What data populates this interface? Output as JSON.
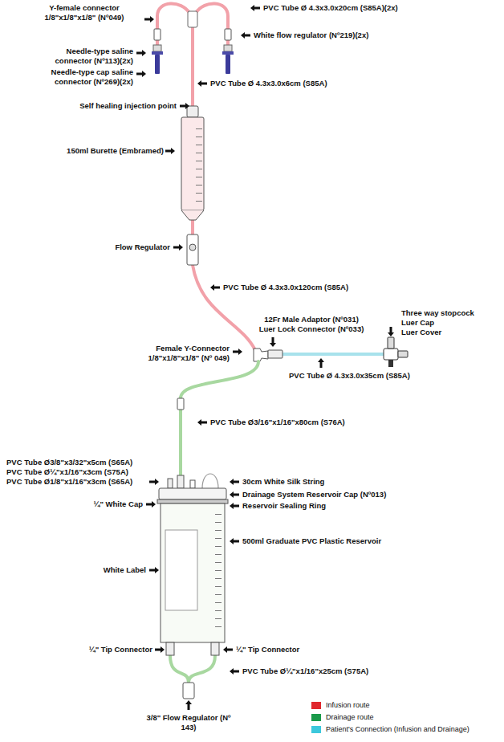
{
  "diagram": {
    "labels": [
      "Y-female connector 1/8\"x1/8\"x1/8\" (Nº049)",
      "PVC Tube Ø 4.3x3.0x20cm (S85A)(2x)",
      "White flow regulator (Nº219)(2x)",
      "Needle-type saline connector (Nº113)(2x)",
      "Needle-type cap saline connector (Nº269)(2x)",
      "PVC Tube Ø 4.3x3.0x6cm (S85A)",
      "Self healing injection point",
      "150ml Burette (Embramed)",
      "Flow Regulator",
      "PVC Tube Ø 4.3x3.0x120cm (S85A)",
      "12Fr Male Adaptor (Nº031)",
      "Luer Lock Connector (Nº033)",
      "Three way stopcock",
      "Luer Cap",
      "Luer Cover",
      "Female Y-Connector 1/8\"x1/8\"x1/8\" (Nº 049)",
      "PVC Tube Ø 4.3x3.0x35cm (S85A)",
      "PVC Tube Ø3/16\"x1/16\"x80cm (S76A)",
      "PVC Tube Ø3/8\"x3/32\"x5cm (S65A)",
      "PVC Tube Ø¼\"x1/16\"x3cm (S75A)",
      "PVC Tube Ø1/8\"x1/16\"x3cm (S65A)",
      "¼\" White Cap",
      "30cm White Silk String",
      "Drainage System Reservoir Cap (Nº013)",
      "Reservoir Sealing Ring",
      "500ml Graduate PVC Plastic Reservoir",
      "White Label",
      "¼\" Tip Connector",
      "¼\" Tip Connector",
      "PVC Tube Ø¼\"x1/16\"x25cm (S75A)",
      "3/8\" Flow Regulator (Nº 143)"
    ],
    "legend": [
      {
        "text": "Infusion route",
        "color": "#e0282e"
      },
      {
        "text": "Drainage route",
        "color": "#1a9a4a"
      },
      {
        "text": "Patient's Connection (Infusion and Drainage)",
        "color": "#3cc8dc"
      }
    ]
  }
}
